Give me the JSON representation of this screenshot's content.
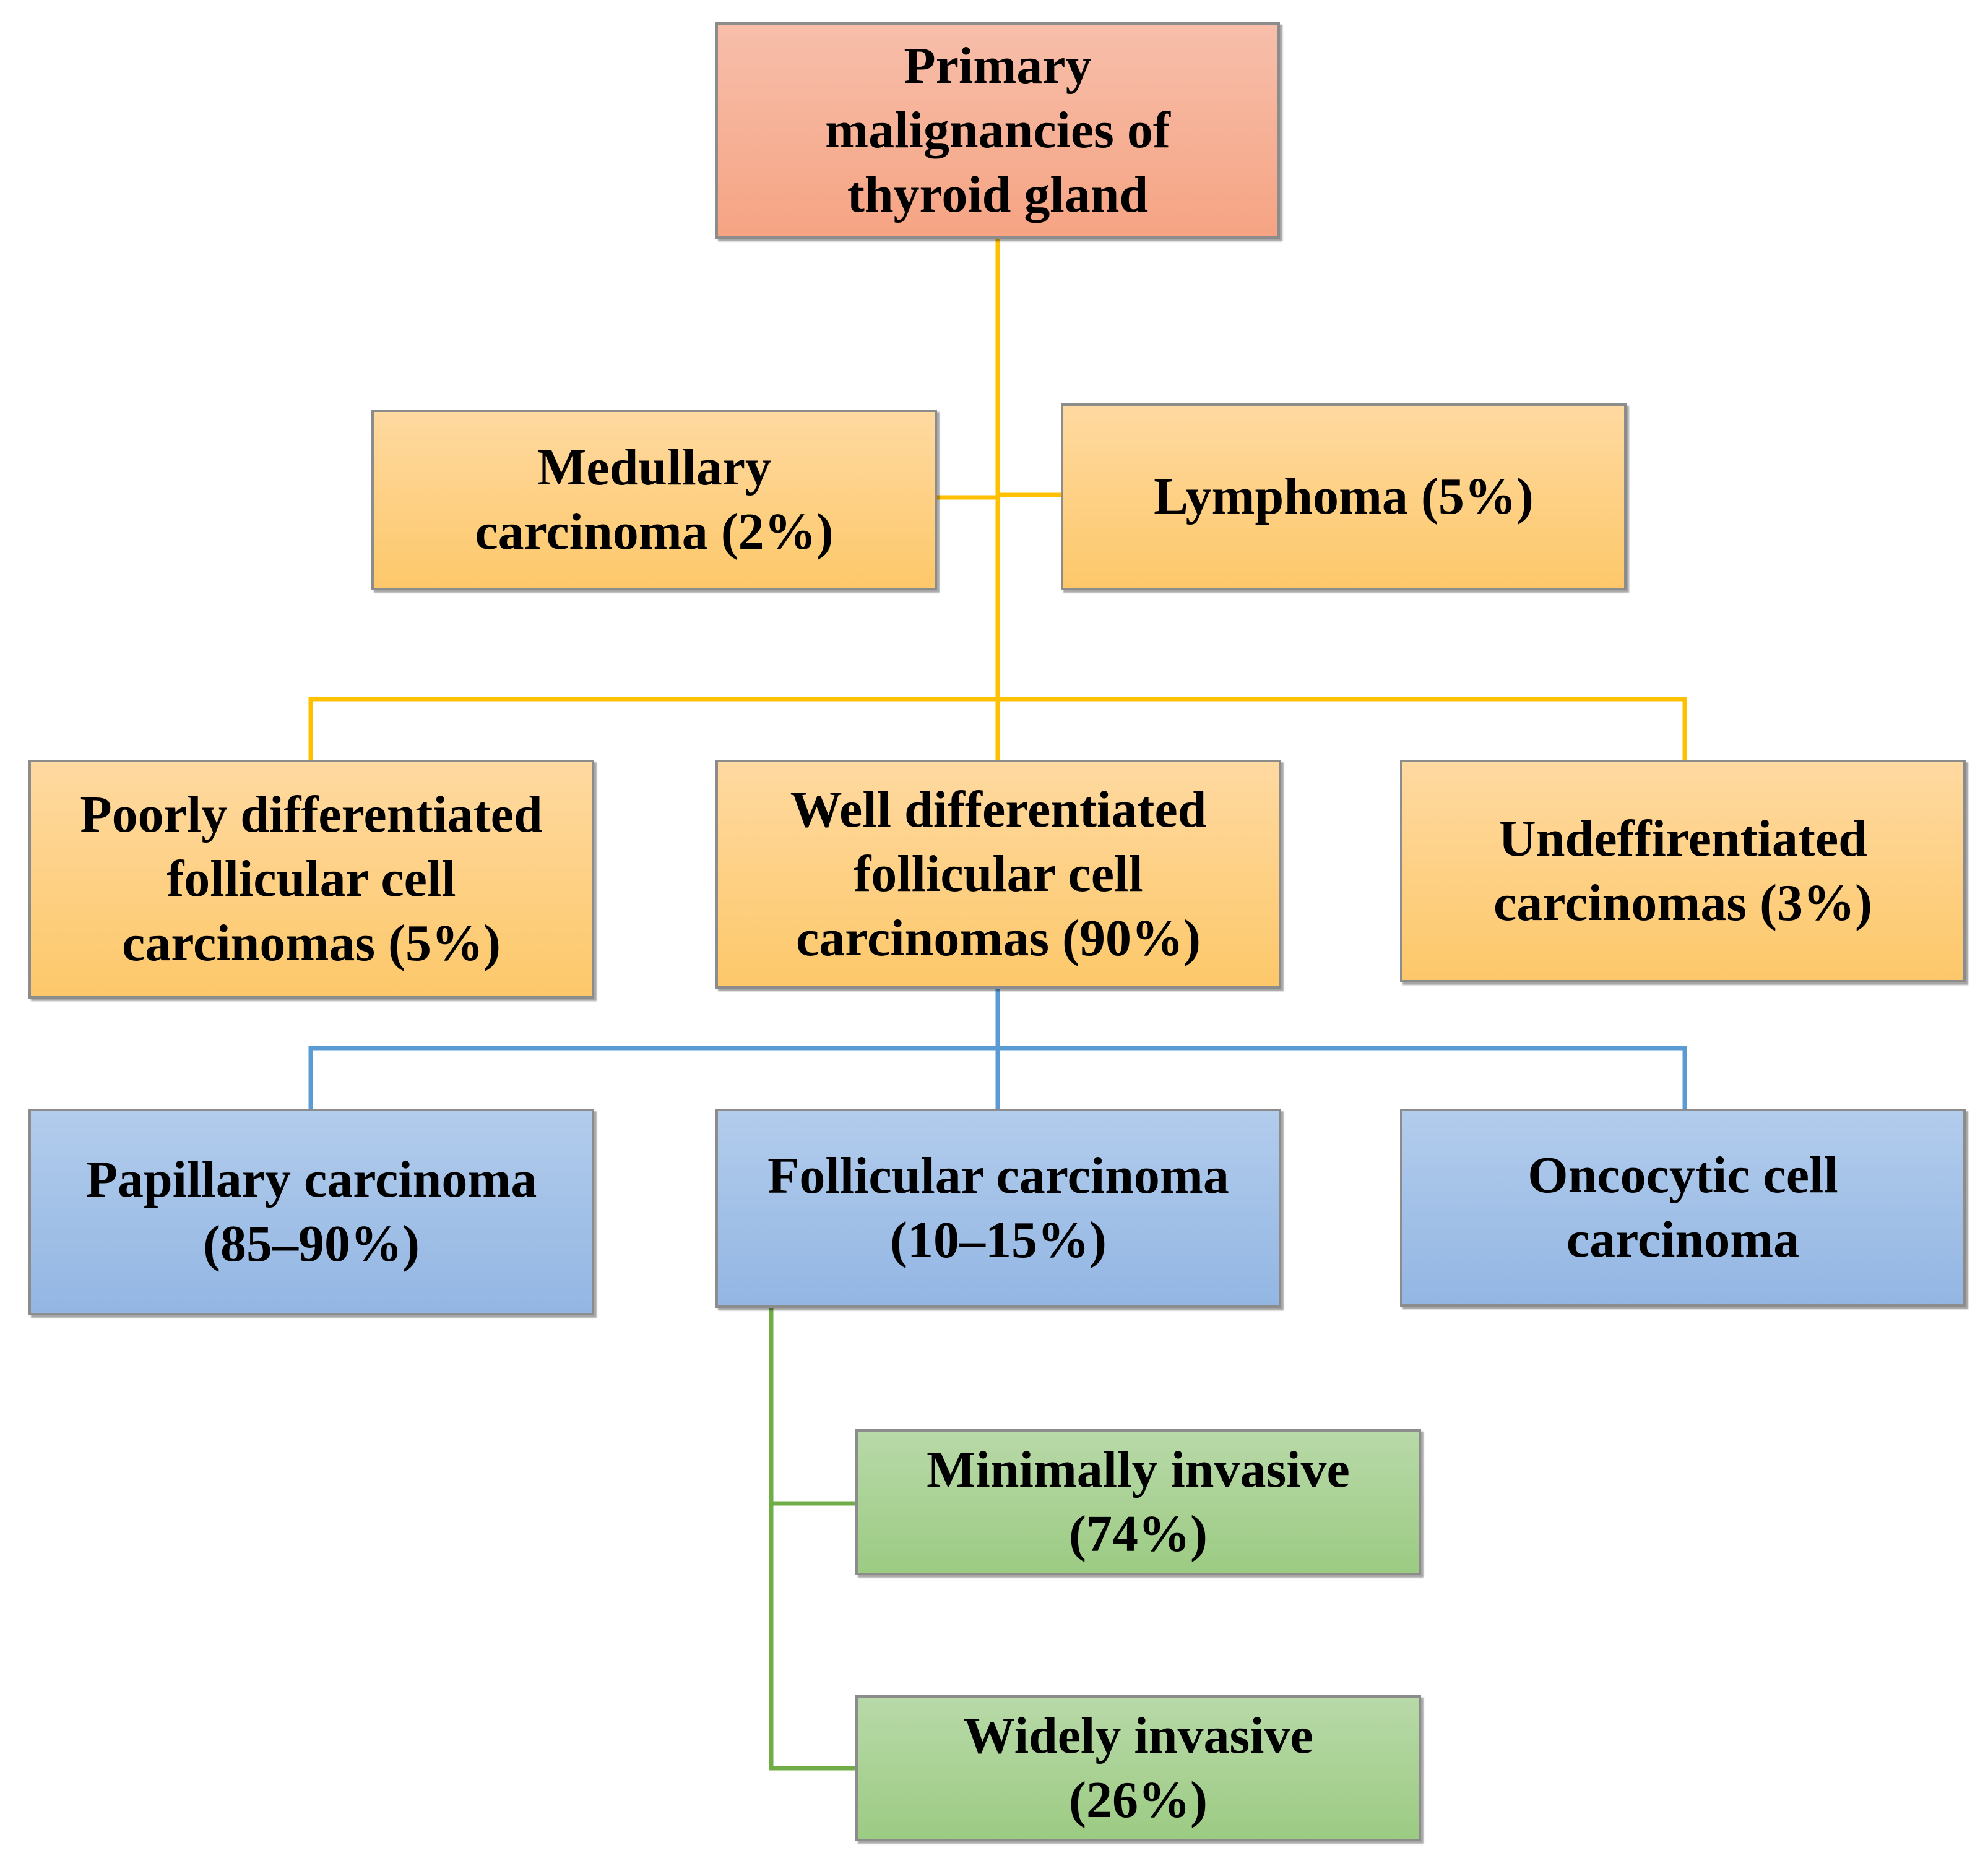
{
  "colors": {
    "root_fill": "#f6a483",
    "level1_fill": "#fdc86a",
    "level2_fill": "#93b6e3",
    "level3_fill": "#9ccb83",
    "connector_yellow": "#ffc000",
    "connector_blue": "#5b9bd5",
    "connector_green": "#70ad47",
    "border": "#8c8c8c"
  },
  "nodes": {
    "root": "Primary\nmalignancies of\nthyroid gland",
    "medullary": "Medullary\ncarcinoma (2%)",
    "lymphoma": "Lymphoma (5%)",
    "poorly": "Poorly differentiated\nfollicular cell\ncarcinomas (5%)",
    "well": "Well differentiated\nfollicular cell\ncarcinomas (90%)",
    "undiff": "Undeffirentiated\ncarcinomas (3%)",
    "papillary": "Papillary carcinoma\n(85–90%)",
    "follicular": "Follicular carcinoma\n(10–15%)",
    "oncocytic": "Oncocytic cell\ncarcinoma",
    "minimally": "Minimally invasive\n(74%)",
    "widely": "Widely invasive\n(26%)"
  }
}
